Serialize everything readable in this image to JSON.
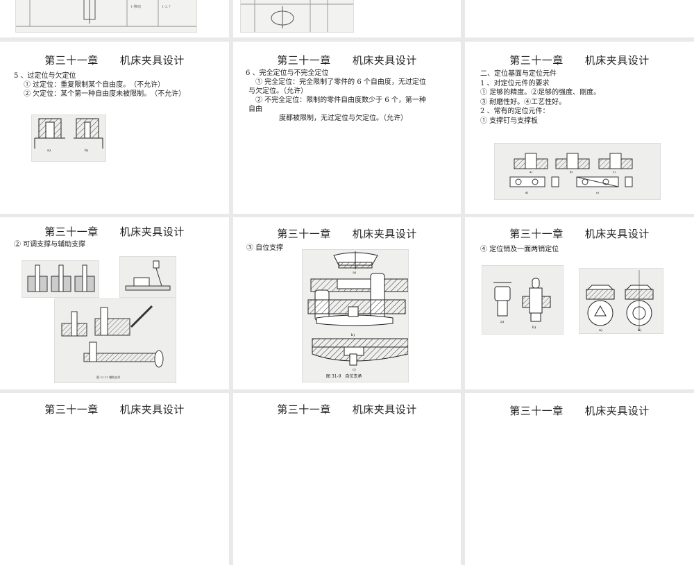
{
  "view": "slide-sorter",
  "chapter_title": "第三十一章",
  "chapter_subject": "机床夹具设计",
  "slides": [
    {
      "id": "s1",
      "partial": true
    },
    {
      "id": "s2",
      "partial": true
    },
    {
      "id": "s3",
      "partial": true
    },
    {
      "id": "s4",
      "title": "第三十一章　　机床夹具设计",
      "lines": [
        "5 、过定位与欠定位",
        "① 过定位：重复限制某个自由度。　（不允许）",
        "② 欠定位：某个第一种自由度未被限制。　（不允许）"
      ],
      "figure_captions": [
        "a)",
        "b)"
      ]
    },
    {
      "id": "s5",
      "title": "第三十一章　　机床夹具设计",
      "lines": [
        "6 、完全定位与不完全定位",
        "① 完全定位：完全限制了零件的 6 个自由度，无过定位",
        "与欠定位。（允许）",
        "② 不完全定位：限制的零件自由度数少于 6 个，第一种",
        "自由",
        "度都被限制，无过定位与欠定位。（允许）"
      ]
    },
    {
      "id": "s6",
      "title": "第三十一章　　机床夹具设计",
      "lines": [
        "二、定位基面与定位元件",
        "1 、对定位元件的要求",
        "① 足够的精度。②足够的强度、刚度。",
        "③ 耐磨性好。④工艺性好。",
        "2 、常有的定位元件：",
        "① 支撑钉与支撑板"
      ],
      "figure_captions": [
        "a)",
        "b)",
        "c)",
        "d)",
        "e)"
      ]
    },
    {
      "id": "s7",
      "title": "第三十一章　　机床夹具设计",
      "lines": [
        "② 可调支撑与辅助支撑"
      ]
    },
    {
      "id": "s8",
      "title": "第三十一章　　机床夹具设计",
      "lines": [
        "③ 自位支撑"
      ],
      "figure_caption": "图 31-9　自位支承",
      "figure_captions": [
        "a)",
        "b)",
        "c)"
      ]
    },
    {
      "id": "s9",
      "title": "第三十一章　　机床夹具设计",
      "lines": [
        "④ 定位销及一面两销定位"
      ],
      "figure_captions": [
        "a)",
        "b)",
        "a)",
        "b)"
      ]
    },
    {
      "id": "s10",
      "title": "第三十一章　　机床夹具设计",
      "partial": true
    },
    {
      "id": "s11",
      "title": "第三十一章　　机床夹具设计",
      "partial": true
    },
    {
      "id": "s12",
      "title": "第三十一章　　机床夹具设计",
      "partial": true
    }
  ]
}
